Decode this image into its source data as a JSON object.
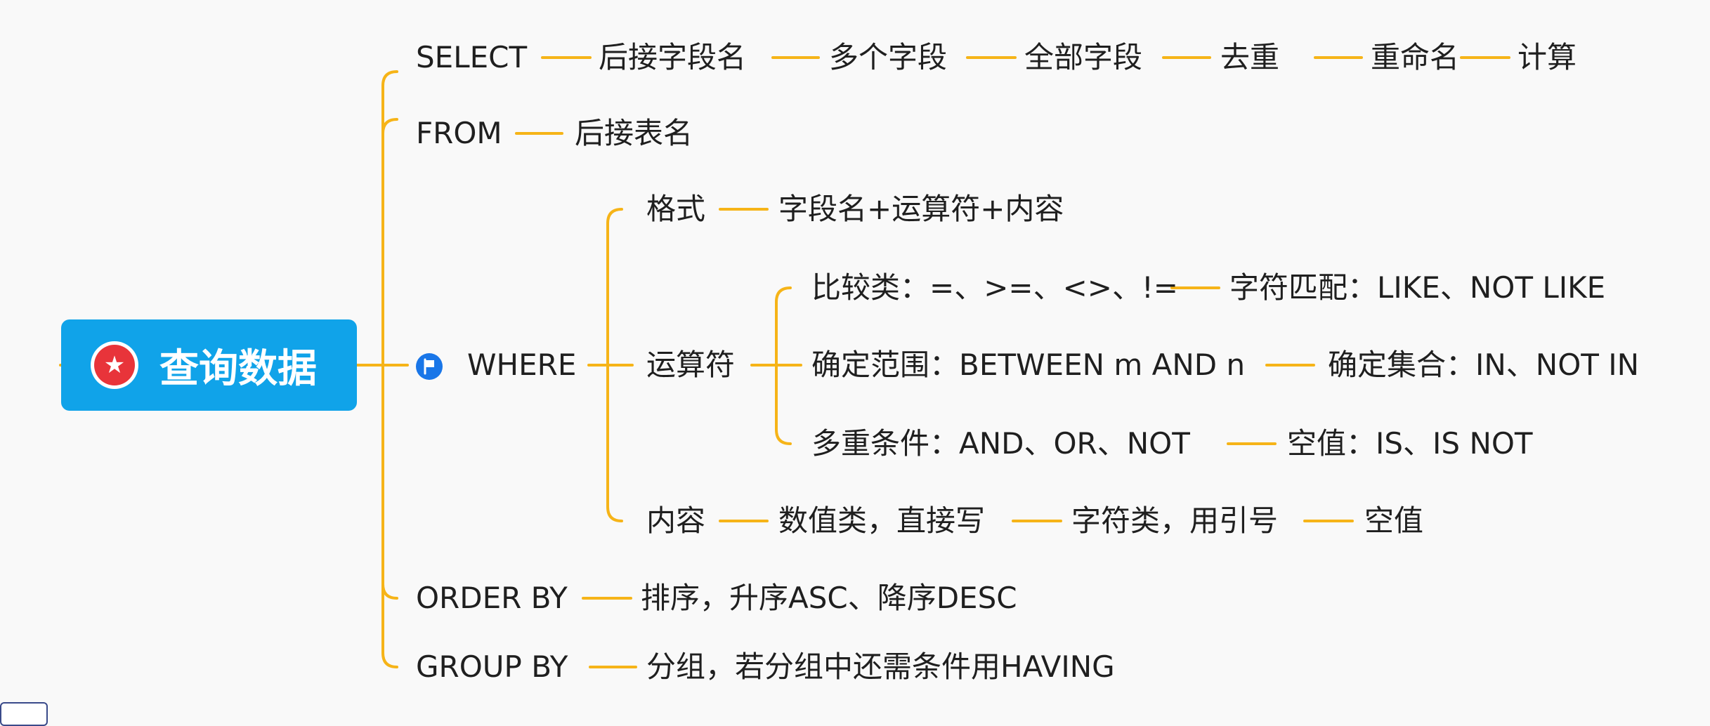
{
  "colors": {
    "connector": "#f6b418",
    "root_bg": "#10a3e9",
    "root_badge": "#e8343a",
    "flag": "#1976e8",
    "text": "#1f1f1f"
  },
  "root": {
    "label": "查询数据",
    "icon": "star-badge-icon"
  },
  "select": {
    "label": "SELECT",
    "chain": [
      "后接字段名",
      "多个字段",
      "全部字段",
      "去重",
      "重命名",
      "计算"
    ]
  },
  "from": {
    "label": "FROM",
    "chain": [
      "后接表名"
    ]
  },
  "where": {
    "label": "WHERE",
    "icon": "flag-icon",
    "format": {
      "label": "格式",
      "chain": [
        "字段名+运算符+内容"
      ]
    },
    "operators": {
      "label": "运算符",
      "compare": {
        "label": "比较类：=、>=、<>、!=",
        "chain": [
          "字符匹配：LIKE、NOT LIKE"
        ]
      },
      "range": {
        "label": "确定范围：BETWEEN m AND n",
        "chain": [
          "确定集合：IN、NOT IN"
        ]
      },
      "multi": {
        "label": "多重条件：AND、OR、NOT",
        "chain": [
          "空值：IS、IS NOT"
        ]
      }
    },
    "content": {
      "label": "内容",
      "chain": [
        "数值类，直接写",
        "字符类，用引号",
        "空值"
      ]
    }
  },
  "order_by": {
    "label": "ORDER BY",
    "chain": [
      "排序，升序ASC、降序DESC"
    ]
  },
  "group_by": {
    "label": "GROUP BY",
    "chain": [
      "分组，若分组中还需条件用HAVING"
    ]
  }
}
